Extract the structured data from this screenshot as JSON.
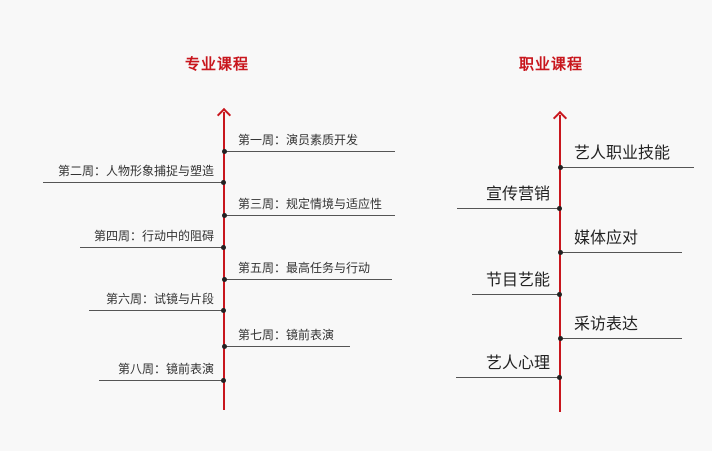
{
  "professional": {
    "title": "专业课程",
    "weeks": [
      "第一周：演员素质开发",
      "第二周：人物形象捕捉与塑造",
      "第三周：规定情境与适应性",
      "第四周：行动中的阻碍",
      "第五周：最高任务与行动",
      "第六周：试镜与片段",
      "第七周：镜前表演",
      "第八周：镜前表演"
    ]
  },
  "career": {
    "title": "职业课程",
    "items": [
      "艺人职业技能",
      "宣传营销",
      "媒体应对",
      "节目艺能",
      "采访表达",
      "艺人心理"
    ]
  },
  "colors": {
    "accent": "#c8161d",
    "line": "#555555"
  }
}
